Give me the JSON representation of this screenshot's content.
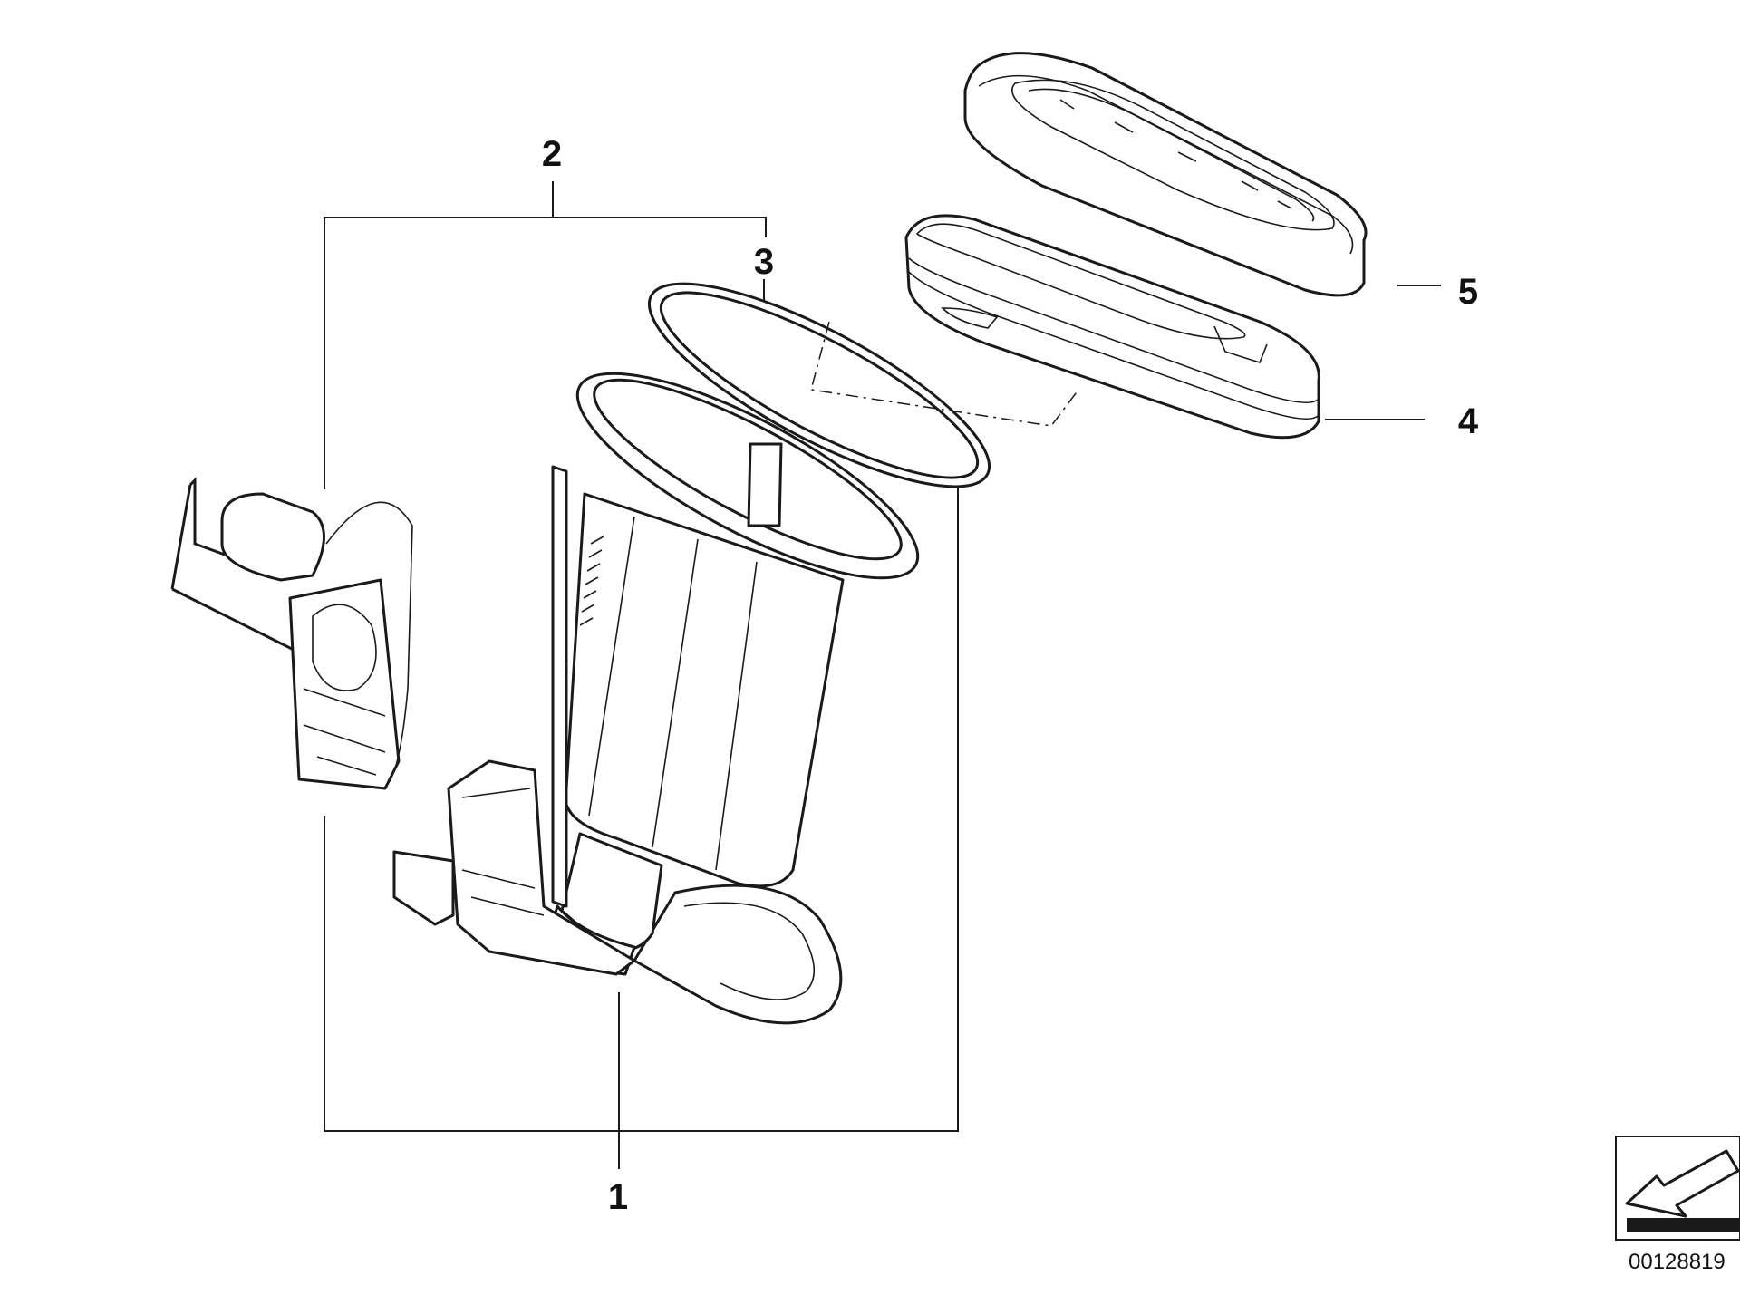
{
  "diagram": {
    "callouts": [
      {
        "id": "1",
        "label": "1"
      },
      {
        "id": "2",
        "label": "2"
      },
      {
        "id": "3",
        "label": "3"
      },
      {
        "id": "4",
        "label": "4"
      },
      {
        "id": "5",
        "label": "5"
      }
    ],
    "document_id": "00128819",
    "colors": {
      "line": "#1a1a1a",
      "background": "#ffffff",
      "text": "#111111"
    },
    "icons": [
      "view-direction-arrow-icon"
    ]
  }
}
